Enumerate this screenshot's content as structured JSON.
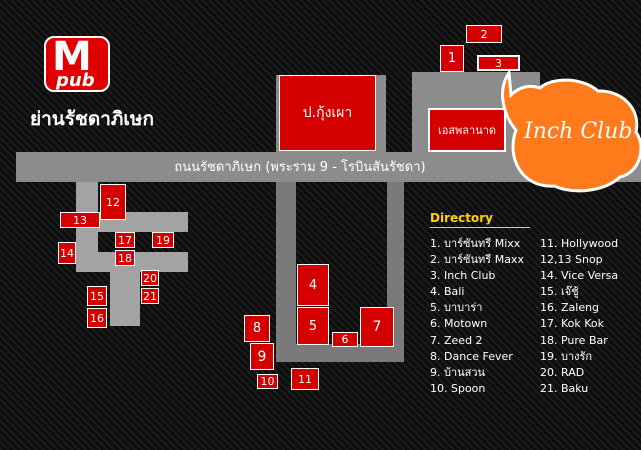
{
  "logo": {
    "mark": "M",
    "word": "pub",
    "subtitle": "ย่านรัชดาภิเษก"
  },
  "road_label": "ถนนรัชดาภิเษก (พระราม 9 - โรบินสันรัชดา)",
  "callout": {
    "text": "Inch Club",
    "fill": "#ff7a1a"
  },
  "landmarks": {
    "left": "ป.กุ้งเผา",
    "right": "เอสพลานาด"
  },
  "blocks": {
    "b1": "1",
    "b2": "2",
    "b3": "3",
    "b4": "4",
    "b5": "5",
    "b6": "6",
    "b7": "7",
    "b8": "8",
    "b9": "9",
    "b10": "10",
    "b11": "11",
    "b12": "12",
    "b13": "13",
    "b14": "14",
    "b15": "15",
    "b16": "16",
    "b17": "17",
    "b18": "18",
    "b19": "19",
    "b20": "20",
    "b21": "21"
  },
  "directory": {
    "title": "Directory",
    "left": [
      "1. บาร์ซันทรี Mixx",
      "2. บาร์ซันทรี Maxx",
      "3. Inch Club",
      "4. Bali",
      "5. บาบาร่า",
      "6. Motown",
      "7. Zeed 2",
      "8. Dance Fever",
      "9. บ้านสวน",
      "10. Spoon"
    ],
    "right": [
      "11. Hollywood",
      "12,13  Snop",
      "14. Vice Versa",
      "15. เจ๊ชู้",
      "16. Zaleng",
      "17. Kok Kok",
      "18. Pure Bar",
      "19. บางรัก",
      "20. RAD",
      "21. Baku"
    ]
  },
  "colors": {
    "block": "#d40000",
    "road": "#8c8c8c",
    "accent": "#ffd400"
  }
}
